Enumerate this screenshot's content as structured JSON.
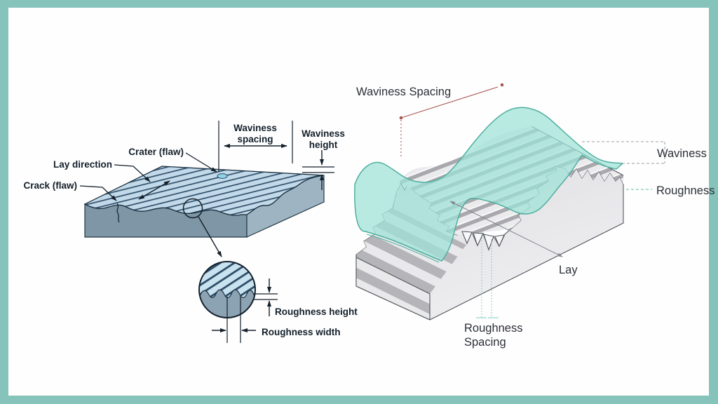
{
  "frame": {
    "border_color": "#85c3bb",
    "canvas_color": "#fefefe"
  },
  "left_diagram": {
    "labels": {
      "crater": "Crater (flaw)",
      "lay_direction": "Lay direction",
      "crack": "Crack (flaw)",
      "waviness_spacing_line1": "Waviness",
      "waviness_spacing_line2": "spacing",
      "waviness_height_line1": "Waviness",
      "waviness_height_line2": "height",
      "roughness_height": "Roughness height",
      "roughness_width": "Roughness width"
    },
    "colors": {
      "surface_top": "#c1d9e8",
      "lay_stripe": "#33506b",
      "front_face": "#7e96a6",
      "side_face": "#9eb4c2",
      "magnifier_bottom": "#8ba3b3",
      "ink": "#14202b"
    }
  },
  "right_diagram": {
    "labels": {
      "waviness_spacing": "Waviness Spacing",
      "waviness": "Waviness",
      "roughness": "Roughness",
      "lay": "Lay",
      "roughness_spacing_line1": "Roughness",
      "roughness_spacing_line2": "Spacing"
    },
    "colors": {
      "sheet": "#9fe3d8",
      "sheet_edge": "#4fae9f",
      "block_face": "#e7e7ea",
      "ridge_shadow": "#a8a8ad",
      "step_shadow": "#b4b4b9",
      "accent_red": "#a85550",
      "accent_teal": "#7ccabc",
      "dashed_grey": "#9aa0a6",
      "ink": "#2b2f36"
    }
  }
}
